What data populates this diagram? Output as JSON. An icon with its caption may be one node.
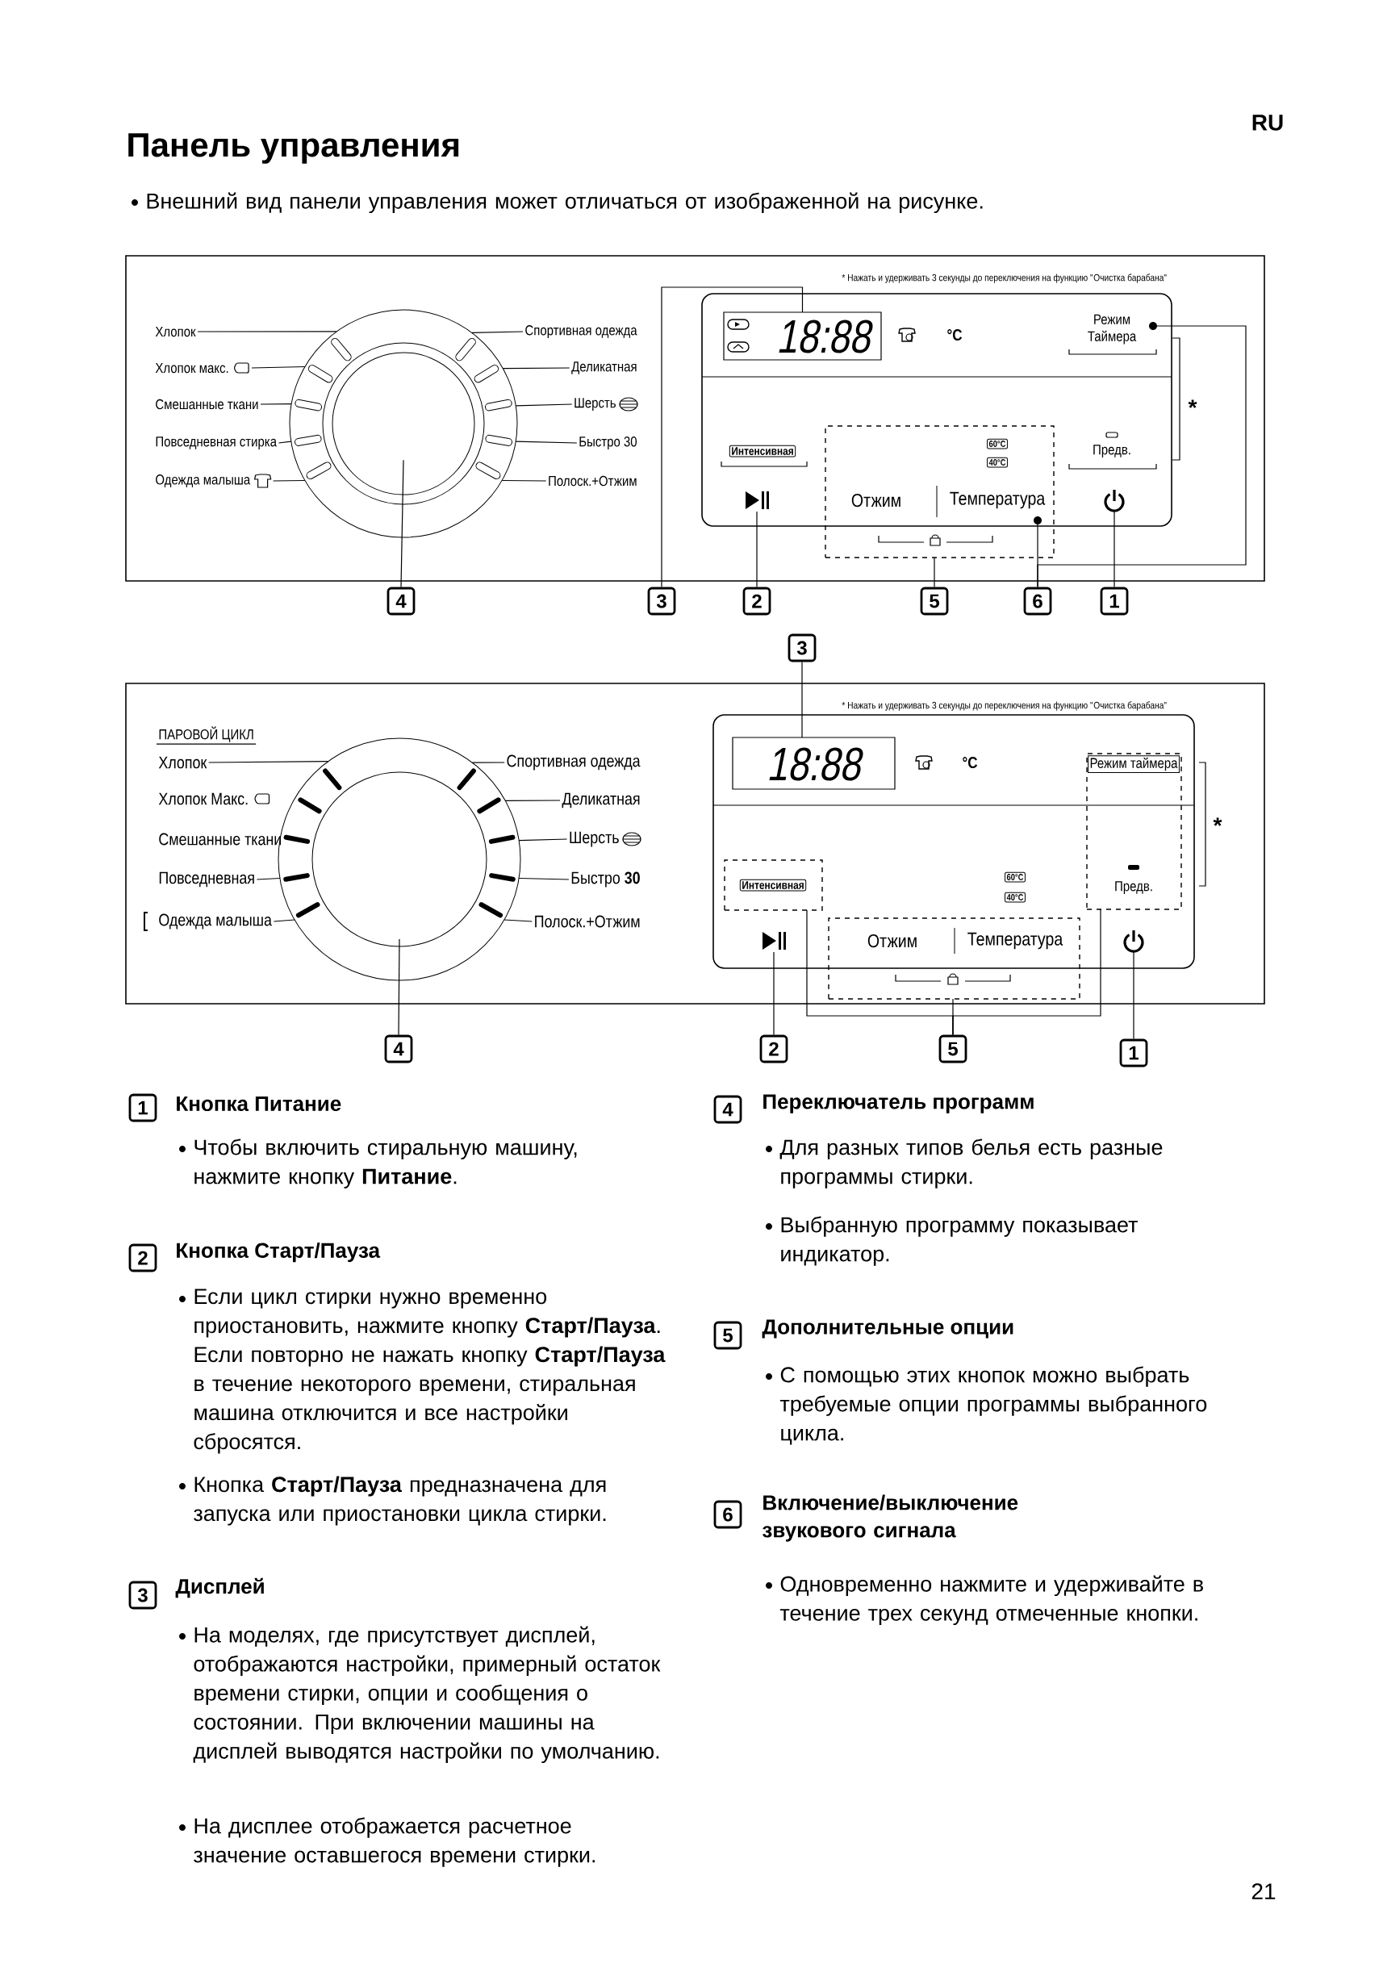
{
  "diagram": {
    "title": "Панель управления",
    "nodes": [
      {
        "text": [],
        "shape": "box"
      },
      {
        "text": [],
        "shape": "circle",
        "in": 0
      },
      {
        "text": [
          "Хлопок"
        ],
        "in": 0
      },
      {
        "text": [
          "Спортивная одежда"
        ],
        "in": 0
      },
      {
        "text": [
          "Хлопок макс."
        ],
        "in": 0
      },
      {
        "text": [
          "Деликатная"
        ],
        "in": 0
      },
      {
        "text": [
          "Смешанные ткани"
        ],
        "in": 0
      },
      {
        "text": [
          "Шерсть"
        ],
        "in": 0
      },
      {
        "text": [
          "Повседневная стирка"
        ],
        "in": 0
      },
      {
        "text": [
          "Быстро 30"
        ],
        "in": 0
      },
      {
        "text": [
          "Одежда малыша"
        ],
        "in": 0
      },
      {
        "text": [
          "Полоск.+Отжим"
        ],
        "in": 0
      },
      {
        "text": [],
        "shape": "box",
        "in": 0
      },
      {
        "text": [
          "18:88"
        ],
        "in": 12
      },
      {
        "text": [],
        "shape": "icon",
        "in": 12
      },
      {
        "text": [
          "60°C",
          "40°C",
          "Отжим",
          "Температура"
        ],
        "in": 0
      },
      {
        "text": [],
        "shape": "circle"
      },
      {
        "text": [],
        "shape": "circle",
        "in": 12
      },
      {
        "text": [],
        "shape": "icon",
        "in": 12
      },
      {
        "text": [
          "4"
        ]
      },
      {
        "text": [
          "3"
        ]
      },
      {
        "text": [
          "2"
        ]
      },
      {
        "text": [
          "5"
        ]
      },
      {
        "text": [
          "6"
        ]
      },
      {
        "text": [
          "1"
        ]
      },
      {
        "text": [],
        "shape": "box"
      },
      {
        "text": [],
        "shape": "circle",
        "in": 25
      },
      {
        "text": [
          "Хлопок"
        ],
        "in": 25
      },
      {
        "text": [
          "Спортивная одежда"
        ],
        "in": 25
      },
      {
        "text": [
          "Деликатная"
        ],
        "in": 25
      },
      {
        "text": [
          "Шерсть"
        ],
        "in": 25
      },
      {
        "text": [
          "Повседневная"
        ],
        "in": 25
      },
      {
        "text": [
          "Быстро **30**"
        ],
        "in": 25
      },
      {
        "text": [
          "Одежда малыша"
        ],
        "in": 25
      },
      {
        "text": [
          "Полоск.+Отжим"
        ],
        "in": 25
      },
      {
        "text": [],
        "shape": "box",
        "in": 25
      },
      {
        "text": [
          "18:88"
        ],
        "in": 35
      },
      {
        "text": [
          "Режим таймера",
          "Предв."
        ],
        "in": 35
      },
      {
        "text": [
          "Интенсивная"
        ],
        "in": 35
      },
      {
        "text": [],
        "shape": "icon",
        "in": 35
      },
      {
        "text": [
          "Отжим",
          "Температура"
        ],
        "in": 25
      },
      {
        "text": [],
        "shape": "icon",
        "in": 35
      },
      {
        "text": [
          "3"
        ]
      },
      {
        "text": [
          "4"
        ]
      },
      {
        "text": [
          "2"
        ]
      },
      {
        "text": [
          "5"
        ]
      },
      {
        "text": [
          "1"
        ]
      },
      {
        "text": [
          "1",
          "Кнопка Питание"
        ]
      },
      {
        "text": [
          "2",
          "Кнопка Старт/Пауза"
        ]
      },
      {
        "text": [
          "3",
          "Дисплей"
        ]
      },
      {
        "text": [
          "4",
          "Переключатель программ"
        ]
      },
      {
        "text": [
          "5",
          "Дополнительные опции"
        ]
      },
      {
        "text": [
          "6",
          "Включение/выключение звукового сигнала"
        ]
      }
    ],
    "edges": [
      {
        "from": 2,
        "to": 1,
        "arrow": "none"
      },
      {
        "from": 3,
        "to": 1,
        "arrow": "none"
      },
      {
        "from": 4,
        "to": 1,
        "arrow": "none"
      },
      {
        "from": 5,
        "to": 1,
        "arrow": "none"
      },
      {
        "from": 6,
        "to": 1,
        "arrow": "none"
      },
      {
        "from": 7,
        "to": 1,
        "arrow": "none"
      },
      {
        "from": 8,
        "to": 1,
        "arrow": "none"
      },
      {
        "from": 9,
        "to": 1,
        "arrow": "none"
      },
      {
        "from": 10,
        "to": 1,
        "arrow": "none"
      },
      {
        "from": 11,
        "to": 1,
        "arrow": "none"
      },
      {
        "from": 19,
        "to": 1,
        "arrow": "none"
      },
      {
        "from": 20,
        "to": 13,
        "arrow": "none"
      },
      {
        "from": 21,
        "to": 14,
        "arrow": "none"
      },
      {
        "from": 22,
        "to": 15,
        "arrow": "none"
      },
      {
        "from": 23,
        "to": 16,
        "arrow": "none"
      },
      {
        "from": 23,
        "to": 17,
        "arrow": "none"
      },
      {
        "from": 24,
        "to": 18,
        "arrow": "none"
      },
      {
        "from": 27,
        "to": 26,
        "arrow": "none"
      },
      {
        "from": 28,
        "to": 26,
        "arrow": "none"
      },
      {
        "from": 29,
        "to": 26,
        "arrow": "none"
      },
      {
        "from": 30,
        "to": 26,
        "arrow": "none"
      },
      {
        "from": 31,
        "to": 26,
        "arrow": "none"
      },
      {
        "from": 32,
        "to": 26,
        "arrow": "none"
      },
      {
        "from": 33,
        "to": 26,
        "arrow": "none"
      },
      {
        "from": 34,
        "to": 26,
        "arrow": "none"
      },
      {
        "from": 42,
        "to": 36,
        "arrow": "none"
      },
      {
        "from": 43,
        "to": 26,
        "arrow": "none"
      },
      {
        "from": 44,
        "to": 39,
        "arrow": "none"
      },
      {
        "from": 45,
        "to": 40,
        "arrow": "none"
      },
      {
        "from": 45,
        "to": 38,
        "arrow": "none"
      },
      {
        "from": 45,
        "to": 37,
        "arrow": "none"
      },
      {
        "from": 46,
        "to": 41,
        "arrow": "none"
      }
    ],
    "labels": [
      "RU",
      "Внешний вид панели управления может отличаться от изображенной на рисунке.",
      "* Нажать и удерживать 3 секунды до переключения на функцию \"Очистка барабана\"",
      "°C",
      "Режим Таймера",
      "*",
      "Интенсивная",
      "Предв.",
      "* Нажать и удерживать 3 секунды до переключения на функцию \"Очистка барабана\"",
      "ПАРОВОЙ ЦИКЛ",
      "°C",
      "*",
      "Хлопок Макс.",
      "Смешанные ткани",
      "60°C",
      "40°C",
      "Чтобы включить стиральную машину, нажмите кнопку **Питание**.",
      "Если цикл стирки нужно временно приостановить, нажмите кнопку **Старт/Пауза**. Если повторно не нажать кнопку **Старт/Пауза** в течение некоторого времени, стиральная машина отключится и все настройки сбросятся.",
      "Кнопка **Старт/Пауза** предназначена для запуска или приостановки цикла стирки.",
      "На моделях, где присутствует дисплей, отображаются настройки, примерный остаток времени стирки, опции и сообщения о состоянии. При включении машины на дисплей выводятся настройки по умолчанию.",
      "На дисплее отображается расчетное значение оставшегося времени стирки.",
      "Для разных типов белья есть разные программы стирки.",
      "Выбранную программу показывает индикатор.",
      "С помощью этих кнопок можно выбрать требуемые опции программы выбранного цикла.",
      "Одновременно нажмите и удерживайте в течение трех секунд отмеченные кнопки.",
      "21"
    ]
  }
}
